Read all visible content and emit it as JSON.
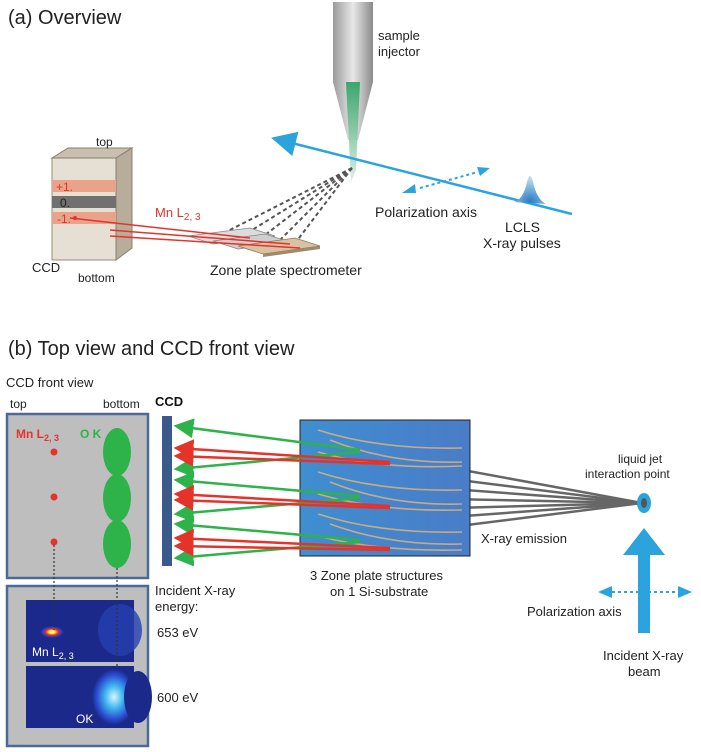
{
  "panel_a": {
    "title": "(a) Overview",
    "sample_injector_line1": "sample",
    "sample_injector_line2": "injector",
    "ccd_top": "top",
    "ccd_bottom": "bottom",
    "ccd_label": "CCD",
    "order_plus1": "+1.",
    "order_0": "0.",
    "order_minus1": "-1.",
    "mn_label_main": "Mn L",
    "mn_label_sub": "2, 3",
    "polarization_axis": "Polarization axis",
    "lcls_line1": "LCLS",
    "lcls_line2": "X-ray pulses",
    "zone_plate_spectrometer": "Zone plate spectrometer"
  },
  "panel_b": {
    "title": "(b) Top view and CCD front view",
    "ccd_front_view": "CCD front view",
    "top": "top",
    "bottom": "bottom",
    "ccd_bold": "CCD",
    "mn_main": "Mn L",
    "mn_sub": "2, 3",
    "ok_label": "O K",
    "liquid_jet_line1": "liquid jet",
    "liquid_jet_line2": "interaction point",
    "xray_emission": "X-ray emission",
    "zone_plate_line1": "3 Zone plate structures",
    "zone_plate_line2": "on 1 Si-substrate",
    "incident_energy_line1": "Incident X-ray",
    "incident_energy_line2": "energy:",
    "energy_653": "653 eV",
    "energy_600": "600 eV",
    "inset_mn_main": "Mn L",
    "inset_mn_sub": "2, 3",
    "inset_ok": "OK",
    "polarization_axis": "Polarization axis",
    "incident_beam_line1": "Incident X-ray",
    "incident_beam_line2": "beam"
  },
  "colors": {
    "xray_blue": "#2ba3dc",
    "mn_red": "#e5332a",
    "ok_green": "#2db34a",
    "ccd_navy": "#3a5a8c",
    "frame_blue": "#4a6a9c",
    "gray_line": "#666666"
  }
}
